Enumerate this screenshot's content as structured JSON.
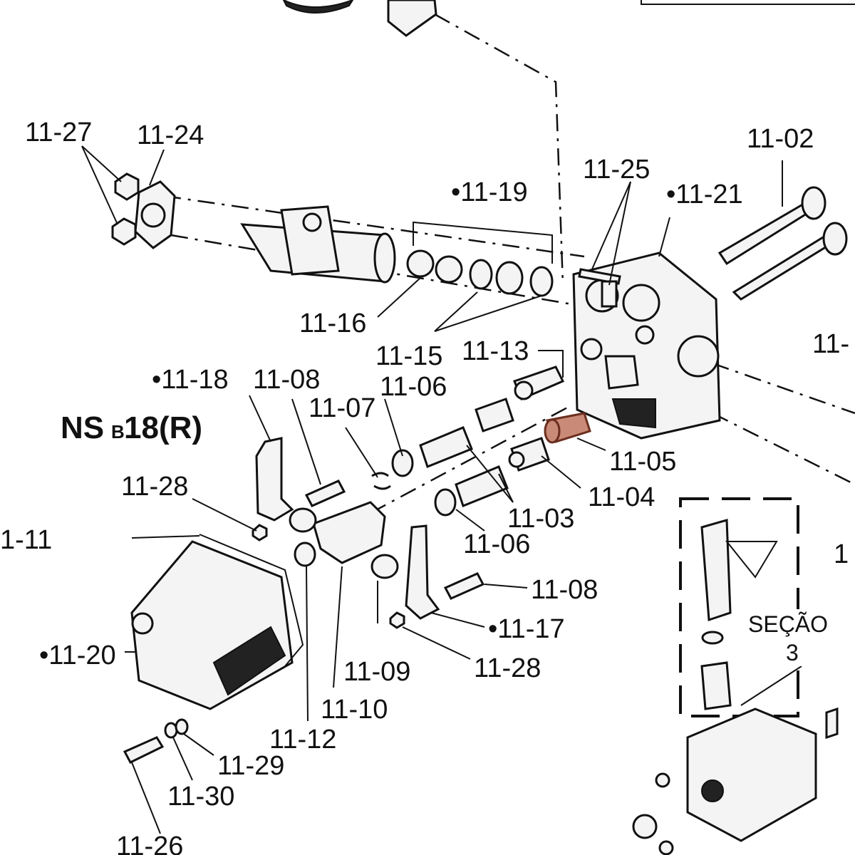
{
  "diagram": {
    "title_main": "NS",
    "title_sub": "B",
    "title_rest": "18(R)",
    "section_label_line1": "SEÇÃO",
    "section_label_line2": "3",
    "highlight_color": "#c98a78",
    "labels": {
      "p11_27": "11-27",
      "p11_24": "11-24",
      "p11_02": "11-02",
      "p11_25": "11-25",
      "p11_19": "•11-19",
      "p11_21": "•11-21",
      "p11_16": "11-16",
      "p11_15": "11-15",
      "p11_13": "11-13",
      "p11_18": "•11-18",
      "p11_08a": "11-08",
      "p11_07": "11-07",
      "p11_06a": "11-06",
      "p11_05": "11-05",
      "p11_04": "11-04",
      "p11_28a": "11-28",
      "p11_03": "11-03",
      "p11_06b": "11-06",
      "p11_11": "1-11",
      "p11_08b": "11-08",
      "p11_17": "•11-17",
      "p11_20": "•11-20",
      "p11_09": "11-09",
      "p11_28b": "11-28",
      "p11_10": "11-10",
      "p11_12": "11-12",
      "p11_29": "11-29",
      "p11_30": "11-30",
      "p11_26": "11-26",
      "p11_right1": "11-",
      "p11_right2": "1"
    }
  }
}
